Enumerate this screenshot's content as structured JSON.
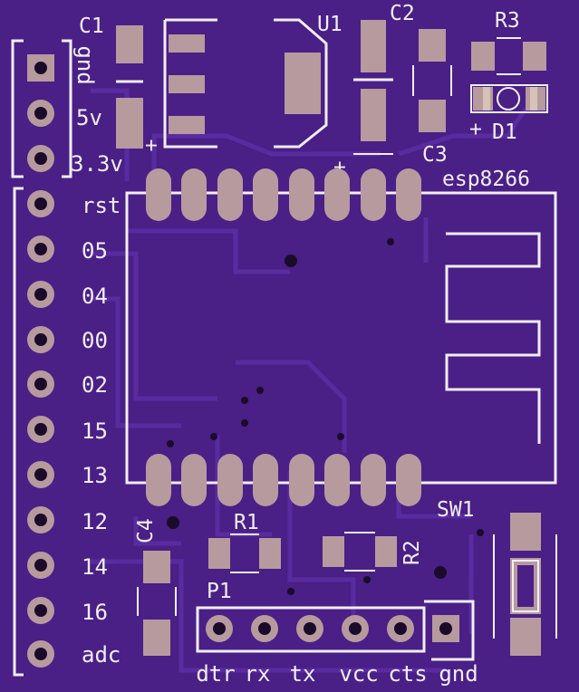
{
  "colors": {
    "board": "#4a1f86",
    "board_dark": "#3f1a74",
    "trace": "#5a2aa0",
    "copper": "#b79a9e",
    "silkscreen": "#f2eef8",
    "drill": "#1a0b2a"
  },
  "refdes": {
    "c1": "C1",
    "u1": "U1",
    "c2": "C2",
    "r3": "R3",
    "d1": "D1",
    "c3": "C3",
    "module": "esp8266",
    "c4": "C4",
    "r1": "R1",
    "r2": "R2",
    "p1": "P1",
    "sw1": "SW1"
  },
  "power_header_labels": [
    "gnd",
    "5v",
    "3.3v"
  ],
  "gpio_header_labels": [
    "rst",
    "05",
    "04",
    "00",
    "02",
    "15",
    "13",
    "12",
    "14",
    "16",
    "adc"
  ],
  "serial_header_labels": [
    "dtr",
    "rx",
    "tx",
    "vcc",
    "cts",
    "gnd"
  ],
  "polarity_marks": {
    "c1_plus": "+",
    "u1_plus": "+",
    "d1_plus": "+"
  }
}
